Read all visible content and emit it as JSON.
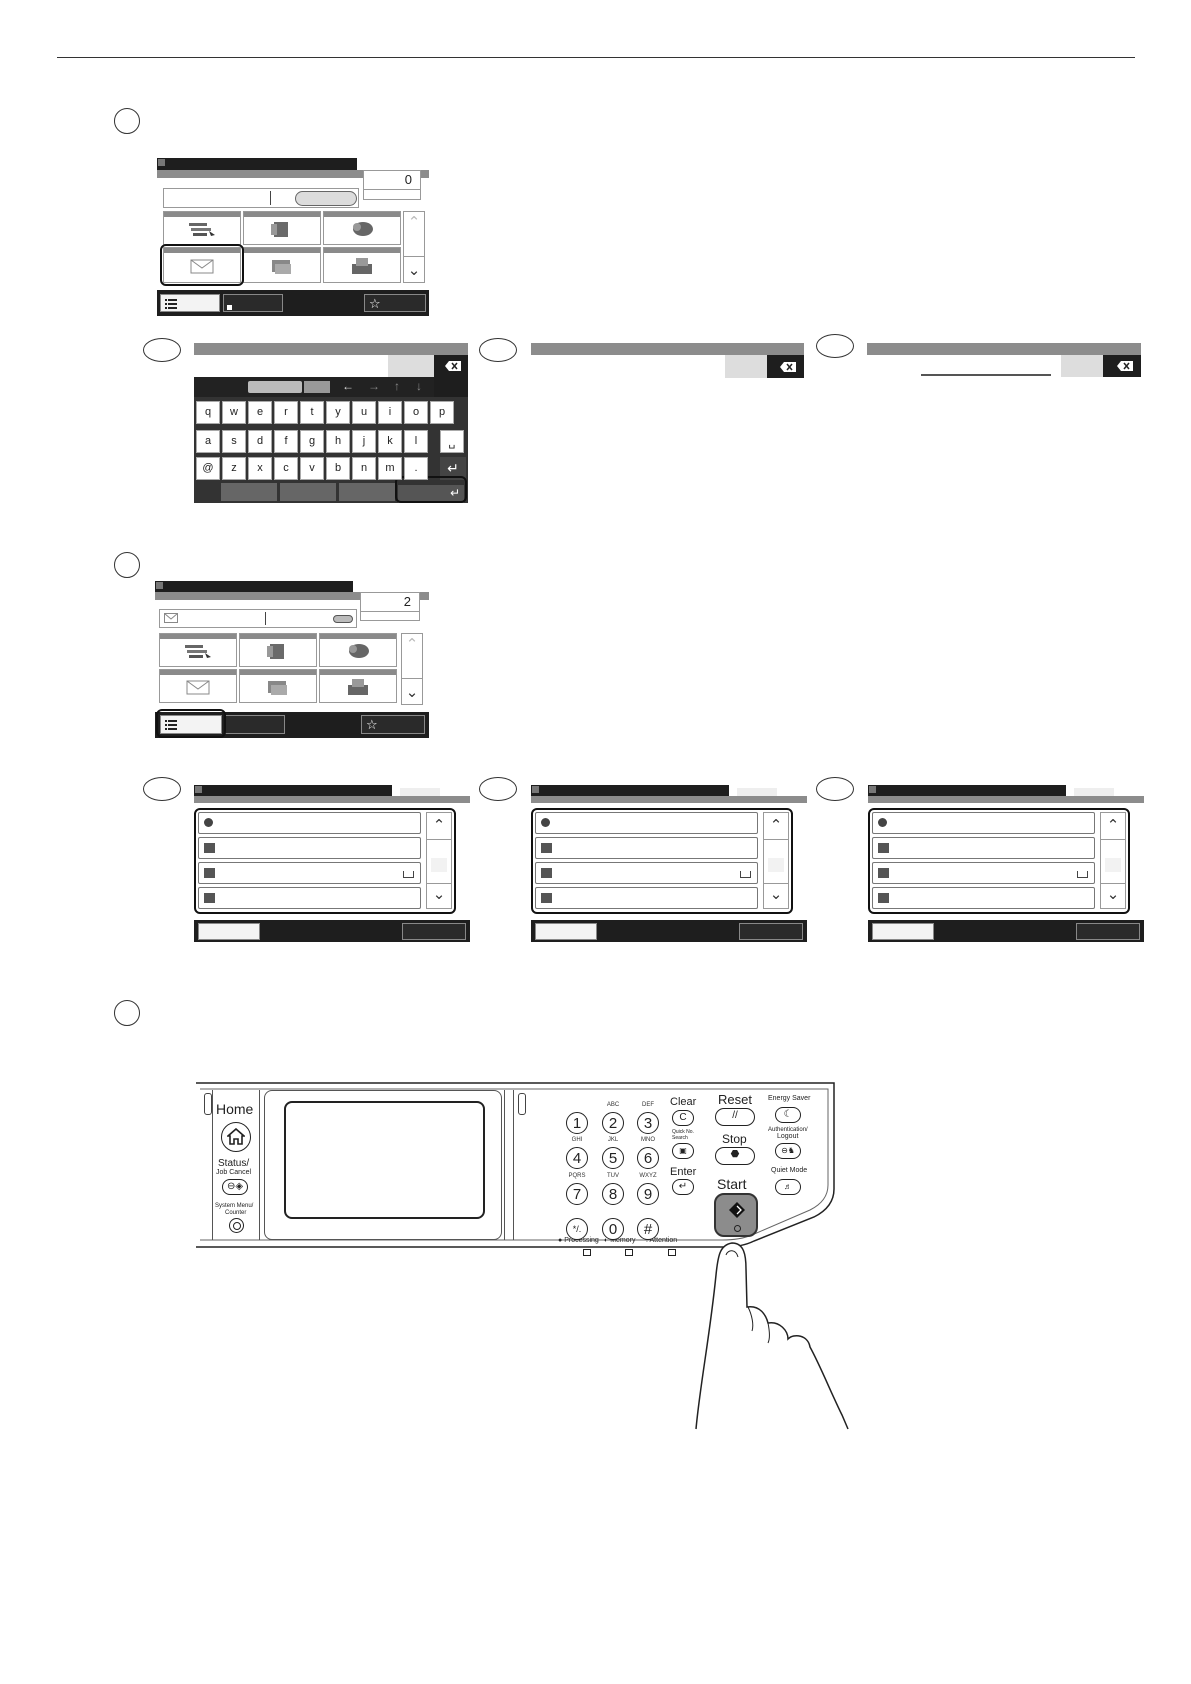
{
  "step1": {
    "screen": {
      "count": "0"
    }
  },
  "step2": {
    "screen": {
      "count": "2"
    }
  },
  "keyboard": {
    "row1": [
      "q",
      "w",
      "e",
      "r",
      "t",
      "y",
      "u",
      "i",
      "o",
      "p"
    ],
    "row2": [
      "a",
      "s",
      "d",
      "f",
      "g",
      "h",
      "j",
      "k",
      "l"
    ],
    "row3": [
      "@",
      "z",
      "x",
      "c",
      "v",
      "b",
      "n",
      "m",
      "."
    ]
  },
  "panel": {
    "home": "Home",
    "status": "Status/",
    "job_cancel": "Job Cancel",
    "system_menu": "System Menu/",
    "counter": "Counter",
    "keys": [
      {
        "num": "1",
        "sub": ""
      },
      {
        "num": "2",
        "sub": "ABC"
      },
      {
        "num": "3",
        "sub": "DEF"
      },
      {
        "num": "4",
        "sub": "GHI"
      },
      {
        "num": "5",
        "sub": "JKL"
      },
      {
        "num": "6",
        "sub": "MNO"
      },
      {
        "num": "7",
        "sub": "PQRS"
      },
      {
        "num": "8",
        "sub": "TUV"
      },
      {
        "num": "9",
        "sub": "WXYZ"
      },
      {
        "num": "*/.",
        "sub": ""
      },
      {
        "num": "0",
        "sub": ""
      },
      {
        "num": "#",
        "sub": ""
      }
    ],
    "clear": "Clear",
    "clear_key": "C",
    "quick_no_search_1": "Quick No.",
    "quick_no_search_2": "Search",
    "enter": "Enter",
    "reset": "Reset",
    "stop": "Stop",
    "start": "Start",
    "energy_saver": "Energy Saver",
    "authentication_1": "Authentication/",
    "authentication_2": "Logout",
    "quiet_mode": "Quiet Mode",
    "processing": "Processing",
    "memory": "Memory",
    "attention": "Attention"
  },
  "icons": {
    "home": "home-icon",
    "start": "start-icon",
    "favorite": "star-icon",
    "backspace": "backspace-icon",
    "list": "list-icon"
  }
}
